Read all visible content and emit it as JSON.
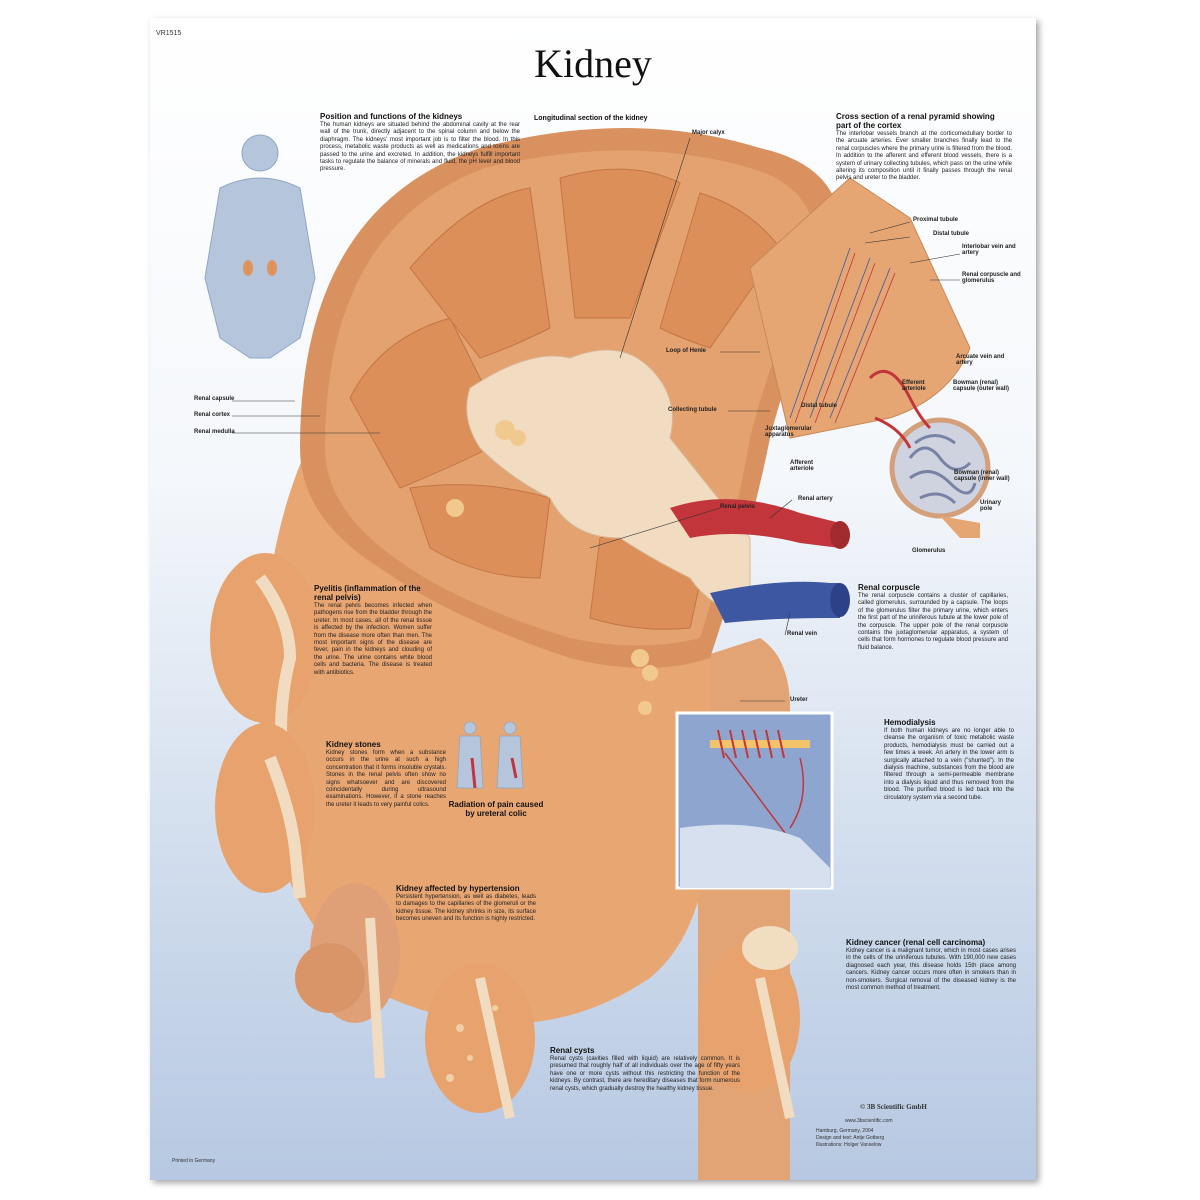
{
  "poster": {
    "code": "VR1515",
    "title": "Kidney",
    "printed": "Printed in Germany",
    "publisher": "© 3B Scientific GmbH",
    "website": "www.3bscientific.com",
    "credits": [
      "Hamburg, Germany, 2004",
      "Design and text: Antje Gotberg",
      "Illustrations: Holger Vanselow"
    ]
  },
  "sections": {
    "position": {
      "heading": "Position and functions of the kidneys",
      "text": "The human kidneys are situated behind the abdominal cavity at the rear wall of the trunk, directly adjacent to the spinal column and below the diaphragm. The kidneys' most important job is to filter the blood. In this process, metabolic waste products as well as medications and toxins are passed to the urine and excreted. In addition, the kidneys fulfill important tasks to regulate the balance of minerals and fluid, the pH level and blood pressure."
    },
    "longitudinal": {
      "heading": "Longitudinal section of the kidney"
    },
    "cross": {
      "heading": "Cross section of a renal pyramid showing part of the cortex",
      "text": "The interlobar vessels branch at the corticomedullary border to the arcuate arteries. Ever smaller branches finally lead to the renal corpuscles where the primary urine is filtered from the blood. In addition to the afferent and efferent blood vessels, there is a system of urinary collecting tubules, which pass on the urine while altering its composition until it finally passes through the renal pelvis and ureter to the bladder."
    },
    "corpuscle": {
      "heading": "Renal corpuscle",
      "text": "The renal corpuscle contains a cluster of capillaries, called glomerulus, surrounded by a capsule. The loops of the glomerulus filter the primary urine, which enters the first part of the uriniferous tubule at the lower pole of the corpuscle. The upper pole of the renal corpuscle contains the juxtaglomerular apparatus, a system of cells that form hormones to regulate blood pressure and fluid balance."
    },
    "pyelitis": {
      "heading": "Pyelitis (inflammation of the renal pelvis)",
      "text": "The renal pelvis becomes infected when pathogens rise from the bladder through the ureter. In most cases, all of the renal tissue is affected by the infection. Women suffer from the disease more often than men. The most important signs of the disease are fever, pain in the kidneys and clouding of the urine. The urine contains white blood cells and bacteria. The disease is treated with antibiotics."
    },
    "stones": {
      "heading": "Kidney stones",
      "text": "Kidney stones form when a substance occurs in the urine at such a high concentration that it forms insoluble crystals. Stones in the renal pelvis often show no signs whatsoever and are discovered coincidentally during ultrasound examinations. However, if a stone reaches the ureter it leads to very painful colics."
    },
    "radiation": {
      "heading": "Radiation of pain caused by ureteral colic"
    },
    "hemodialysis": {
      "heading": "Hemodialysis",
      "text": "If both human kidneys are no longer able to cleanse the organism of toxic metabolic waste products, hemodialysis must be carried out a few times a week. An artery in the lower arm is surgically attached to a vein (\"shunted\"). In the dialysis machine, substances from the blood are filtered through a semi-permeable membrane into a dialysis liquid and thus removed from the blood. The purified blood is led back into the circulatory system via a second tube."
    },
    "hypertension": {
      "heading": "Kidney affected by hypertension",
      "text": "Persistent hypertension, as well as diabetes, leads to damages to the capillaries of the glomeruli or the kidney tissue. The kidney shrinks in size, its surface becomes uneven and its function is highly restricted."
    },
    "cancer": {
      "heading": "Kidney cancer (renal cell carcinoma)",
      "text": "Kidney cancer is a malignant tumor, which in most cases arises in the cells of the uriniferous tubules. With 190,000 new cases diagnosed each year, this disease holds 15th place among cancers. Kidney cancer occurs more often in smokers than in non-smokers. Surgical removal of the diseased kidney is the most common method of treatment."
    },
    "cysts": {
      "heading": "Renal cysts",
      "text": "Renal cysts (cavities filled with liquid) are relatively common. It is presumed that roughly half of all individuals over the age of fifty years have one or more cysts without this restricting the function of the kidneys. By contrast, there are hereditary diseases that form numerous renal cysts, which gradually destroy the healthy kidney tissue."
    }
  },
  "labels": {
    "renal_capsule": "Renal capsule",
    "renal_cortex": "Renal cortex",
    "renal_medulla": "Renal medulla",
    "major_calyx": "Major calyx",
    "loop_henle": "Loop of Henle",
    "collecting_tubule": "Collecting tubule",
    "renal_pelvis": "Renal pelvis",
    "renal_artery": "Renal artery",
    "renal_vein": "Renal vein",
    "ureter": "Ureter",
    "proximal_tubule": "Proximal tubule",
    "distal_tubule_top": "Distal tubule",
    "interlobar": "Interlobar vein and artery",
    "corpuscle_glom": "Renal corpuscle and glomerulus",
    "arcuate": "Arcuate vein and artery",
    "efferent": "Efferent arteriole",
    "bowman_outer": "Bowman (renal) capsule (outer wall)",
    "distal_tubule": "Distal tubule",
    "juxta": "Juxtaglomerular apparatus",
    "afferent": "Afferent arteriole",
    "bowman_inner": "Bowman (renal) capsule (inner wall)",
    "urinary_pole": "Urinary pole",
    "glomerulus": "Glomerulus"
  },
  "colors": {
    "kidney": "#e9a872",
    "kidney_dark": "#c97a45",
    "pelvis": "#f2dcc2",
    "artery": "#c2353a",
    "vein": "#3e57a3",
    "background_blue": "#b7c8e2"
  }
}
